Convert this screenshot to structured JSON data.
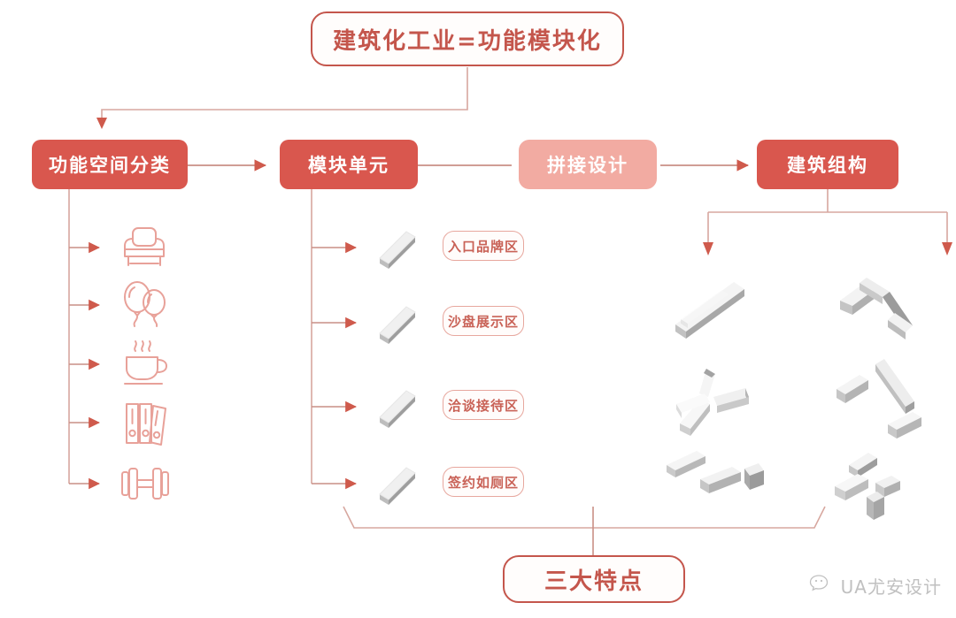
{
  "diagram": {
    "title_box": {
      "label": "建筑化工业=功能模块化"
    },
    "stage_boxes": [
      {
        "id": "func-space",
        "label": "功能空间分类",
        "style": "solid"
      },
      {
        "id": "module-unit",
        "label": "模块单元",
        "style": "solid"
      },
      {
        "id": "splice-design",
        "label": "拼接设计",
        "style": "soft"
      },
      {
        "id": "building-assembly",
        "label": "建筑组构",
        "style": "solid"
      }
    ],
    "summary_box": {
      "label": "三大特点"
    },
    "space_icons": [
      {
        "name": "armchair-icon",
        "meaning": "休息/沙发空间"
      },
      {
        "name": "balloons-icon",
        "meaning": "活动空间"
      },
      {
        "name": "coffee-cup-icon",
        "meaning": "咖啡洽谈空间"
      },
      {
        "name": "binders-icon",
        "meaning": "办公资料空间"
      },
      {
        "name": "dumbbell-icon",
        "meaning": "健身空间"
      }
    ],
    "module_rows": [
      {
        "module_icon": "module-block-icon",
        "label": "入口品牌区"
      },
      {
        "module_icon": "module-block-icon",
        "label": "沙盘展示区"
      },
      {
        "module_icon": "module-block-icon",
        "label": "洽谈接待区"
      },
      {
        "module_icon": "module-block-icon",
        "label": "签约如厕区"
      }
    ],
    "assembly_clusters": [
      {
        "name": "linear-cluster",
        "column": "left",
        "row": 1
      },
      {
        "name": "l-shape-cluster",
        "column": "right",
        "row": 1
      },
      {
        "name": "pinwheel-cluster",
        "column": "left",
        "row": 2
      },
      {
        "name": "u-shape-cluster",
        "column": "right",
        "row": 2
      },
      {
        "name": "staggered-cluster",
        "column": "left",
        "row": 3
      },
      {
        "name": "cross-cluster",
        "column": "right",
        "row": 3
      }
    ],
    "colors": {
      "accent": "#d9574e",
      "accent_soft": "#f2aba2",
      "outline": "#c4564c",
      "pill_border": "#e7a79e",
      "connector": "#d7a79f",
      "arrow": "#cf5a4c",
      "module_grey": "#c9c9c9",
      "background": "#ffffff",
      "watermark": "#a9a9a9"
    }
  },
  "watermark": {
    "icon": "wechat-bubble-icon",
    "text": "UA尤安设计"
  }
}
